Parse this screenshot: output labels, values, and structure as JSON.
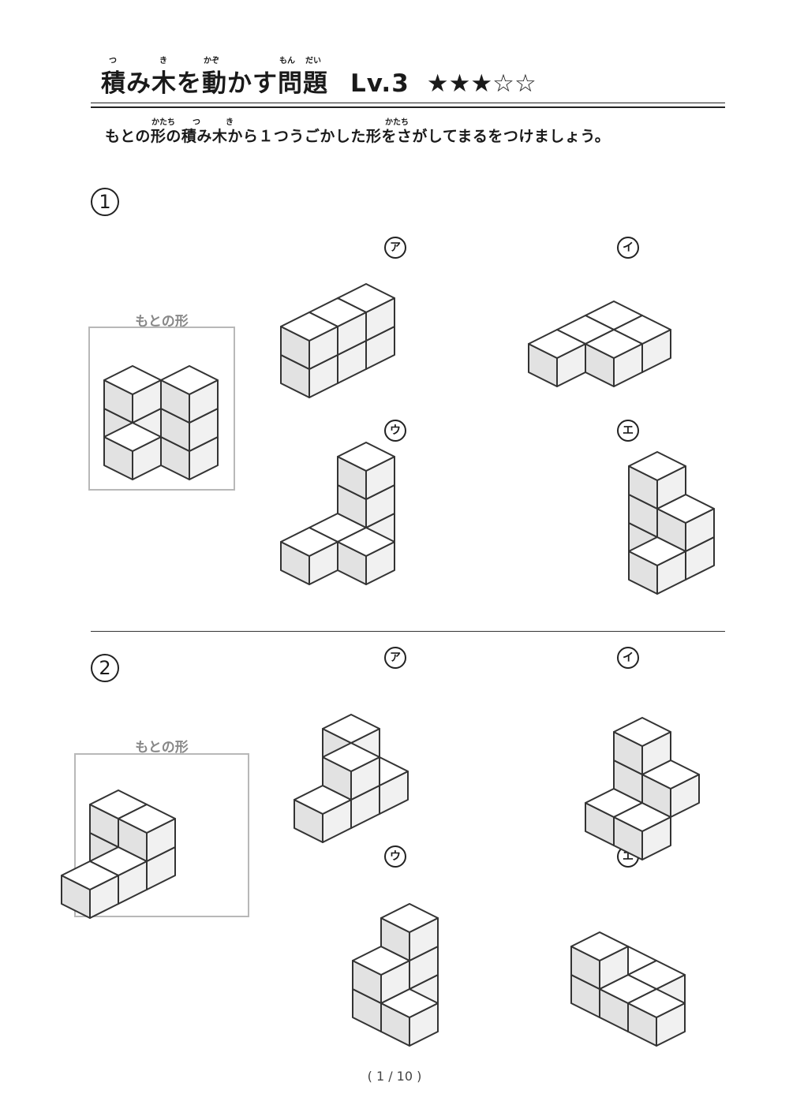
{
  "header": {
    "title": "積み木を動かす問題",
    "level": "Lv.3",
    "stars": "★★★☆☆",
    "ruby": [
      "つ",
      "き",
      "かぞ",
      "もん",
      "だい"
    ]
  },
  "instruction": {
    "text": "もとの形の積み木から１つうごかした形をさがしてまるをつけましょう。",
    "ruby": [
      "かたち",
      "つ",
      "き",
      "かたち"
    ]
  },
  "questions": [
    {
      "number": "1",
      "label": "もとの形",
      "options": [
        "ア",
        "イ",
        "ウ",
        "エ"
      ]
    },
    {
      "number": "2",
      "label": "もとの形",
      "options": [
        "ア",
        "イ",
        "ウ",
        "エ"
      ]
    }
  ],
  "footer": {
    "page": "( 1 / 10 )"
  },
  "colors": {
    "ink": "#333333",
    "cube_left": "#e2e2e2",
    "cube_right": "#f1f1f1",
    "cube_top": "#ffffff",
    "frame": "#b8b8b8"
  }
}
